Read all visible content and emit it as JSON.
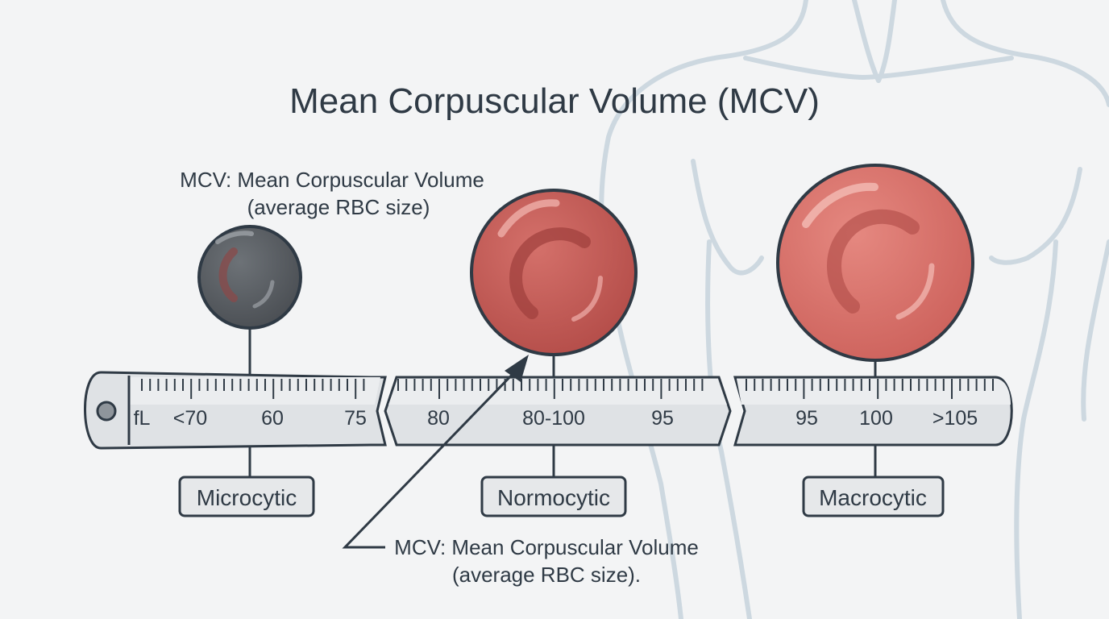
{
  "title": "Mean Corpuscular Volume (MCV)",
  "note_top": {
    "line1": "MCV: Mean Corpuscular Volume",
    "line2": "(average RBC size)"
  },
  "note_bottom": {
    "line1": "MCV: Mean Corpuscular Volume",
    "line2": "(average RBC size)."
  },
  "scale": {
    "unit": "fL",
    "segment1_labels": [
      "<70",
      "60",
      "75"
    ],
    "segment2_labels": [
      "80",
      "80-100",
      "95"
    ],
    "segment3_labels": [
      "95",
      "100",
      ">105"
    ]
  },
  "categories": {
    "micro": "Microcytic",
    "normo": "Normocytic",
    "macro": "Macrocytic"
  },
  "colors": {
    "micro_cell": "#5a5e63",
    "normo_cell": "#c45a55",
    "macro_cell": "#d9706a",
    "outline": "#2f3a45",
    "body_outline": "#c7d3dd"
  }
}
